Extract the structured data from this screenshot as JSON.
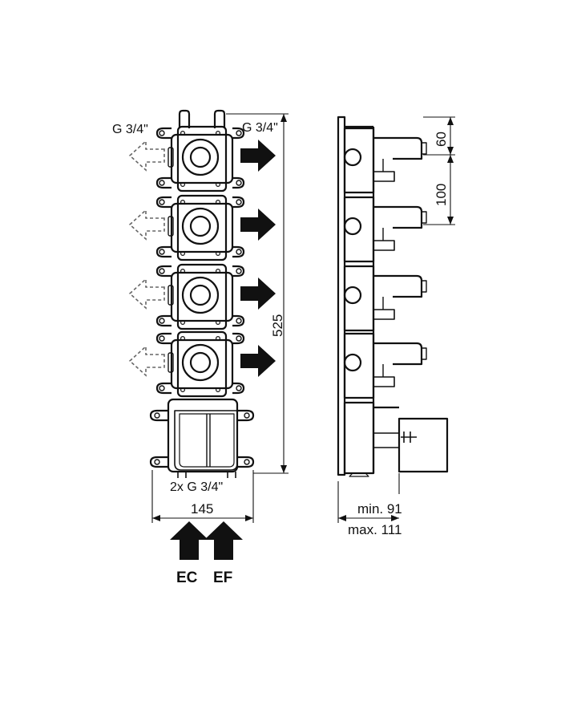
{
  "labels": {
    "outlet_left": "G 3/4\"",
    "outlet_right": "G 3/4\"",
    "inlet_thread": "2x G 3/4\"",
    "inlet_hot": "EC",
    "inlet_cold": "EF"
  },
  "dimensions": {
    "width": "145",
    "height": "525",
    "top_offset": "60",
    "spacing": "100",
    "depth_min": "min. 91",
    "depth_max": "max. 111"
  },
  "colors": {
    "line": "#111111",
    "dashed_arrow": "#666666",
    "background": "#ffffff"
  }
}
